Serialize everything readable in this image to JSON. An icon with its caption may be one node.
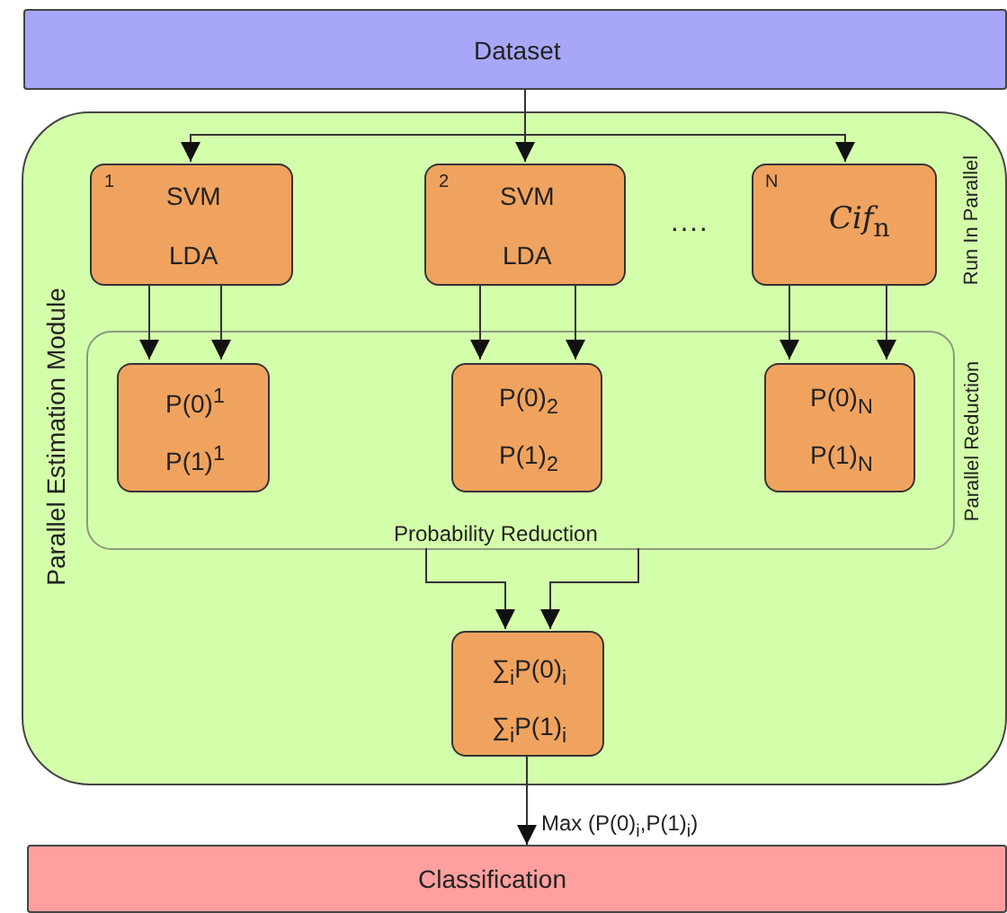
{
  "diagram": {
    "nodes": [
      {
        "text": [
          "Dataset"
        ]
      },
      {
        "text": [
          "Parallel Estimation Module"
        ]
      },
      {
        "text": [
          "Probability Reduction"
        ],
        "in": 1,
        "beside": [
          "Parallel Reduction"
        ]
      },
      {
        "text": [
          "1",
          "SVM",
          "LDA"
        ],
        "in": 1
      },
      {
        "text": [
          "2",
          "SVM",
          "LDA"
        ],
        "in": 1
      },
      {
        "text": [
          "N",
          "*Cif*$_{n}$"
        ],
        "in": 1
      },
      {
        "text": [
          "P(0)$^{1}$",
          "P(1)$^{1}$"
        ],
        "in": 2
      },
      {
        "text": [
          "P(0)$_{2}$",
          "P(1)$_{2}$"
        ],
        "in": 2
      },
      {
        "text": [
          "P(0)$_{N}$",
          "P(1)$_{N}$"
        ],
        "in": 2
      },
      {
        "text": [
          "∑$_{i}$P(0)$_{i}$",
          "∑$_{i}$P(1)$_{i}$"
        ],
        "in": 1
      },
      {
        "text": [
          "Classification"
        ]
      }
    ],
    "edges": [
      {
        "from": 0,
        "to": 3,
        "arrow": "to"
      },
      {
        "from": 0,
        "to": 4,
        "arrow": "to"
      },
      {
        "from": 0,
        "to": 5,
        "arrow": "to"
      },
      {
        "from": 3,
        "to": 6,
        "arrow": "to"
      },
      {
        "from": 3,
        "to": 6,
        "arrow": "to"
      },
      {
        "from": 4,
        "to": 7,
        "arrow": "to"
      },
      {
        "from": 4,
        "to": 7,
        "arrow": "to"
      },
      {
        "from": 5,
        "to": 8,
        "arrow": "to"
      },
      {
        "from": 5,
        "to": 8,
        "arrow": "to"
      },
      {
        "from": 2,
        "to": 9,
        "arrow": "to"
      },
      {
        "from": 2,
        "to": 9,
        "arrow": "to"
      },
      {
        "from": 9,
        "to": 10,
        "arrow": "to",
        "label": "Max (P(0)$_{i}$,P(1)$_{i}$)"
      }
    ],
    "labels": [
      "Run In Parallel",
      "····"
    ]
  }
}
